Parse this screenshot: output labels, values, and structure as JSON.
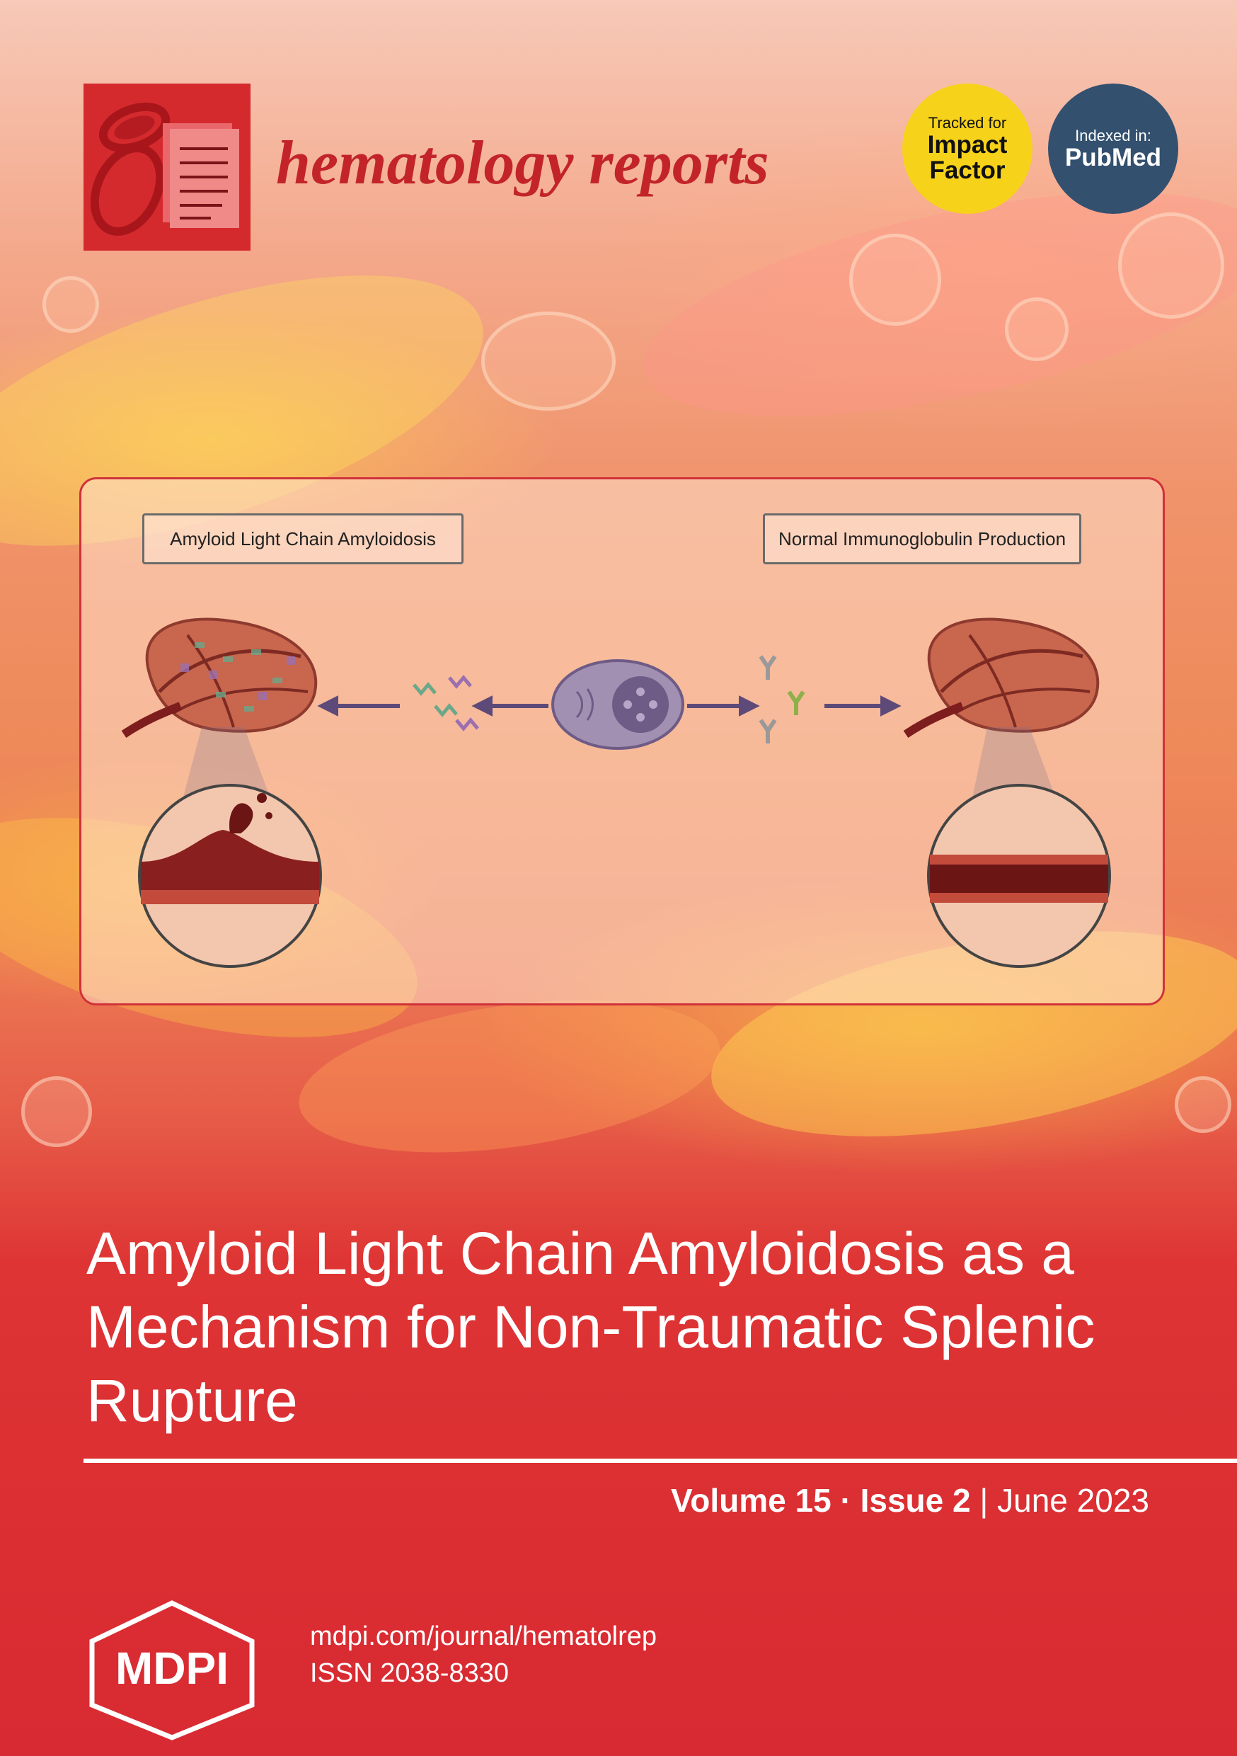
{
  "header": {
    "journal_name": "hematology reports",
    "badge_impact": {
      "line1": "Tracked for",
      "line2": "Impact",
      "line3": "Factor"
    },
    "badge_pubmed": {
      "line1": "Indexed in:",
      "line2": "PubMed"
    }
  },
  "figure": {
    "left_label": "Amyloid Light Chain Amyloidosis",
    "right_label": "Normal Immunoglobulin Production"
  },
  "article": {
    "title": "Amyloid Light Chain Amyloidosis as a Mechanism for Non-Traumatic Splenic Rupture"
  },
  "issue": {
    "volume": "Volume 15",
    "separator": "·",
    "issue": "Issue 2",
    "divider": "|",
    "date": "June 2023"
  },
  "footer": {
    "publisher": "MDPI",
    "url": "mdpi.com/journal/hematolrep",
    "issn": "ISSN 2038-8330"
  },
  "colors": {
    "brand_red": "#d42a2e",
    "journal_title": "#c2242a",
    "impact_badge": "#f7d21a",
    "pubmed_badge": "#33506f"
  }
}
